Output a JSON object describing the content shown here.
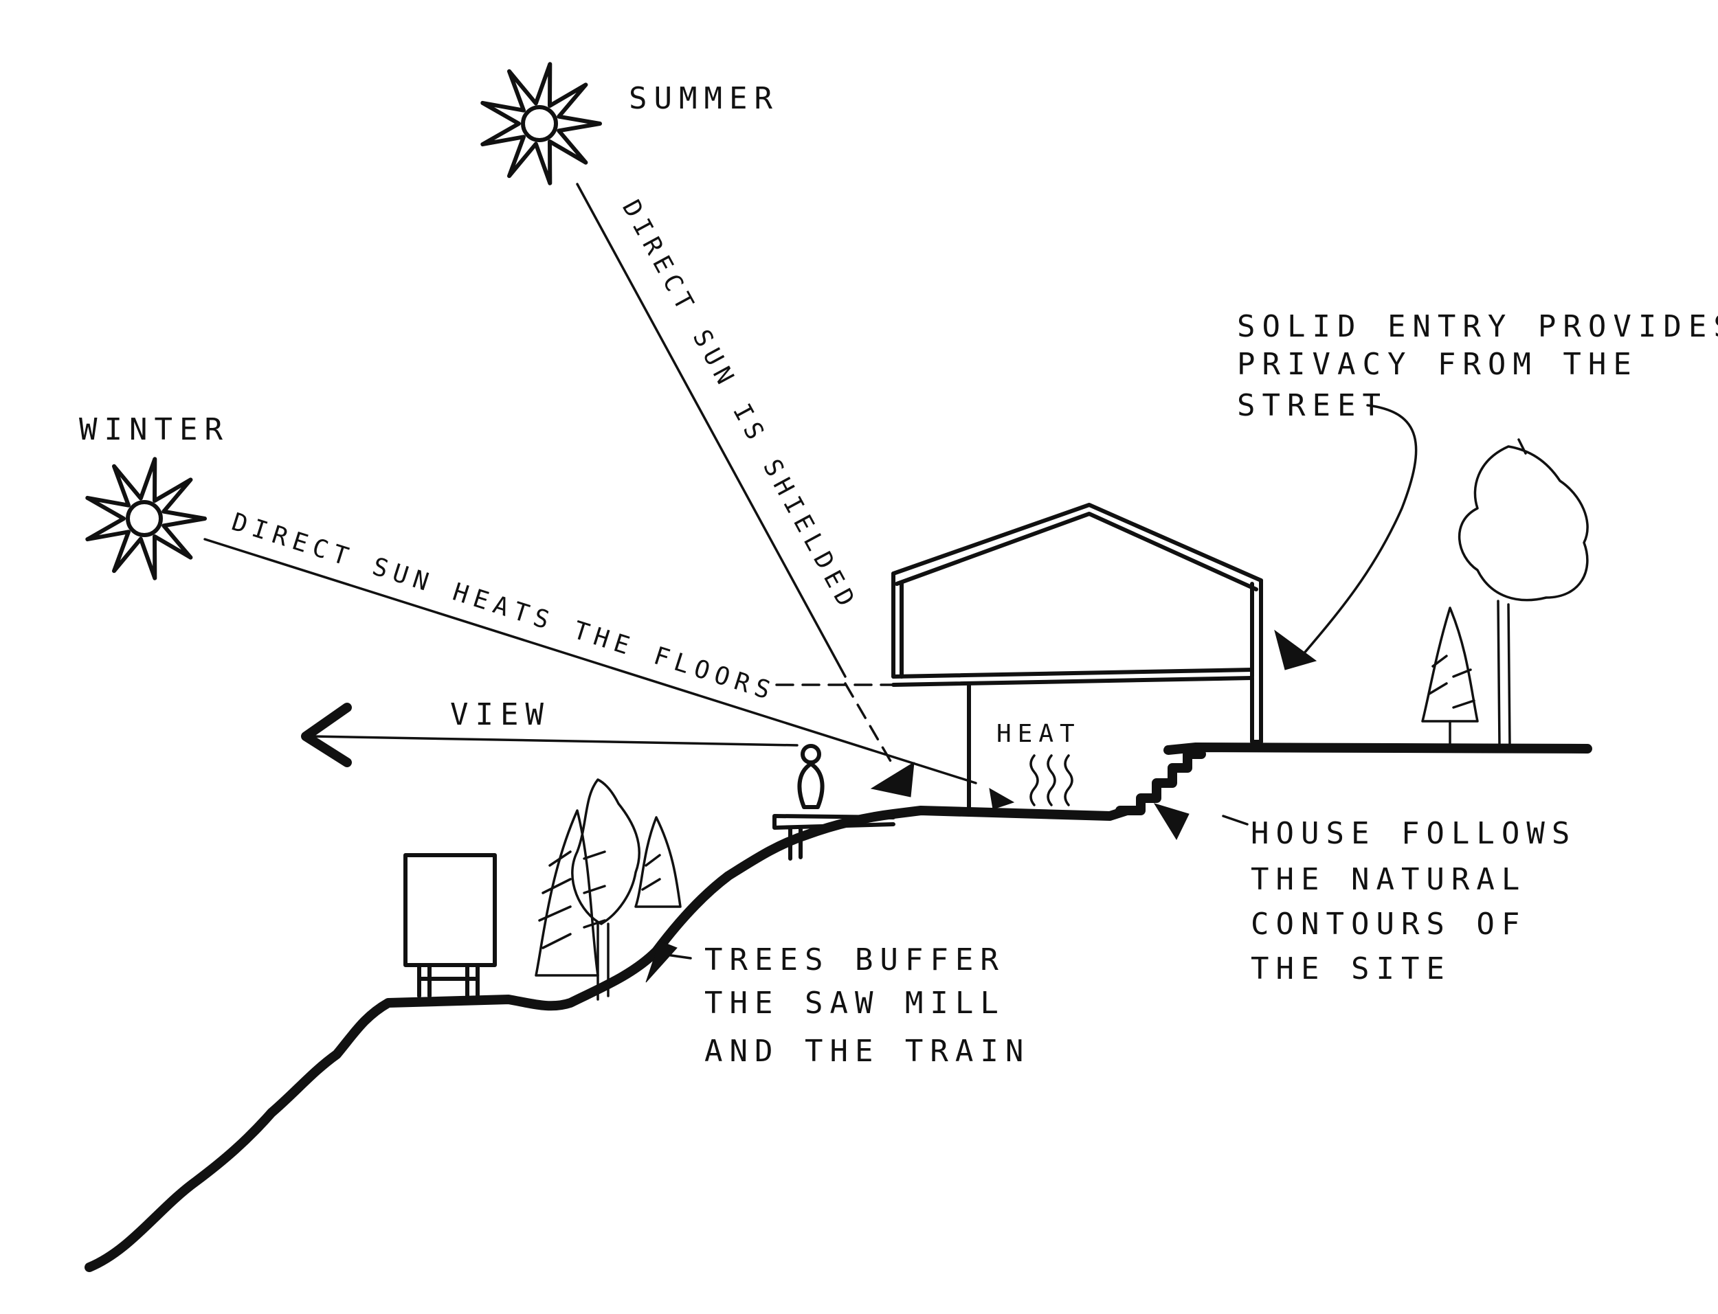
{
  "labels": {
    "summer": "SUMMER",
    "winter": "WINTER",
    "summer_ray": "DIRECT SUN IS SHIELDED",
    "winter_ray": "DIRECT SUN HEATS THE FLOORS",
    "view": "VIEW",
    "heat": "HEAT",
    "entry": [
      "SOLID ENTRY PROVIDES",
      "PRIVACY FROM THE",
      "STREET"
    ],
    "contours": [
      "HOUSE FOLLOWS",
      "THE NATURAL",
      "CONTOURS OF",
      "THE SITE"
    ],
    "trees": [
      "TREES BUFFER",
      "THE SAW MILL",
      "AND THE TRAIN"
    ]
  },
  "icons": [
    "sun-icon",
    "arrow-icon",
    "person-icon",
    "tree-icon",
    "train-car-icon"
  ],
  "colors": {
    "ink": "#111111",
    "paper": "#ffffff"
  }
}
